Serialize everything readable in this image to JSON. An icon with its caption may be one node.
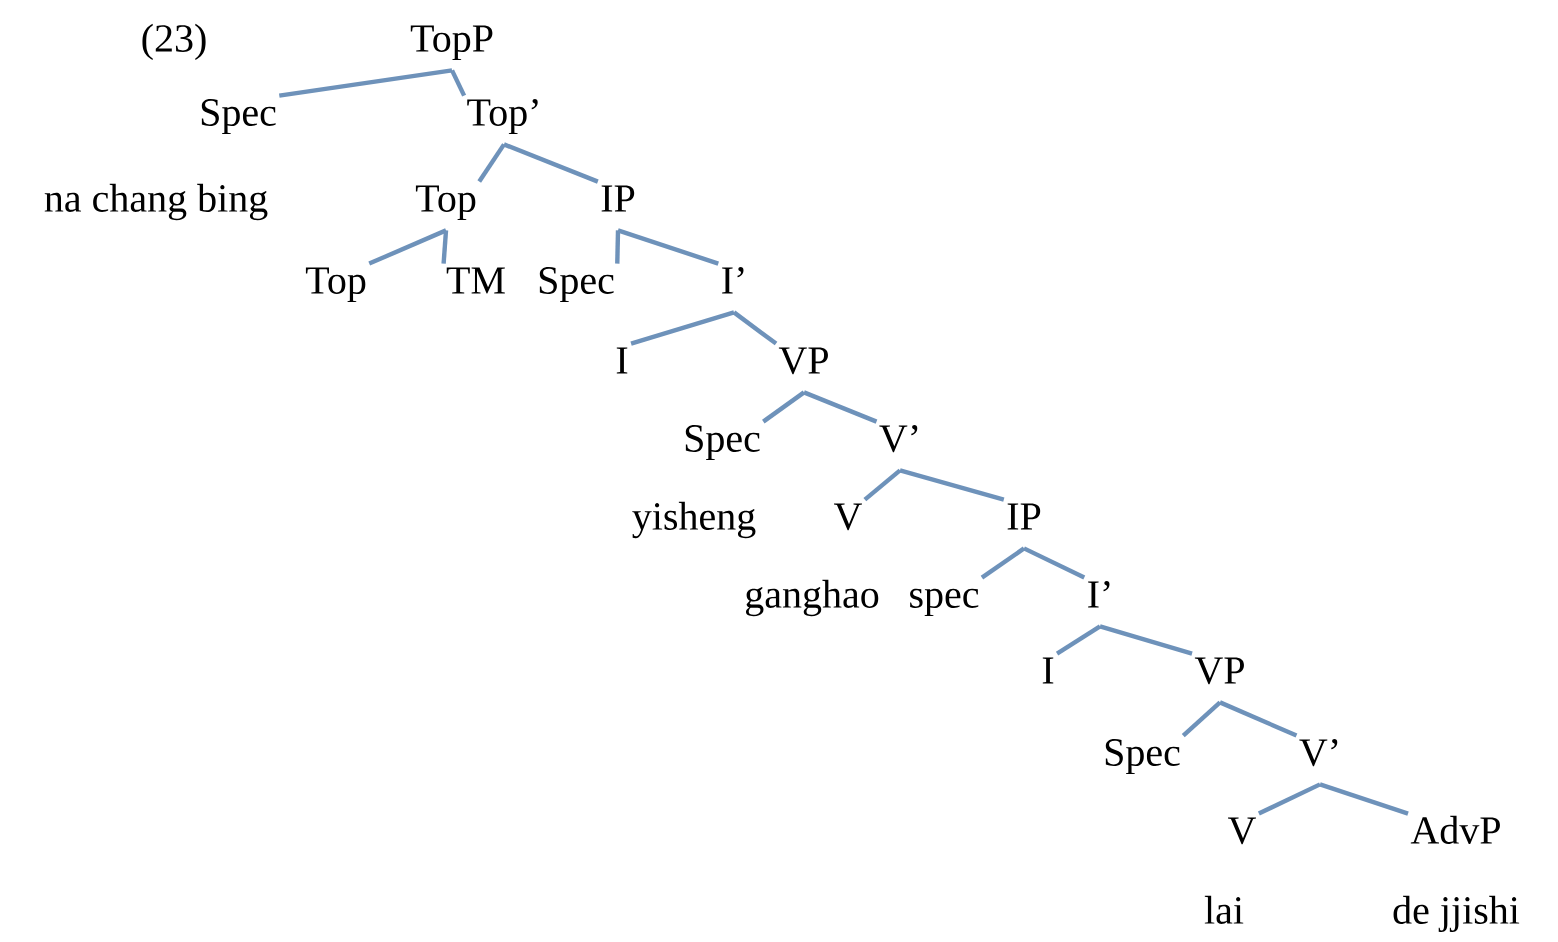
{
  "diagram": {
    "nodes": [
      {
        "text": [
          "TopP"
        ]
      },
      {
        "text": [
          "Spec"
        ]
      },
      {
        "text": [
          "Top’"
        ]
      },
      {
        "text": [
          "Top"
        ]
      },
      {
        "text": [
          "IP"
        ]
      },
      {
        "text": [
          "Top"
        ]
      },
      {
        "text": [
          "TM"
        ]
      },
      {
        "text": [
          "Spec"
        ]
      },
      {
        "text": [
          "I’"
        ]
      },
      {
        "text": [
          "I"
        ]
      },
      {
        "text": [
          "VP"
        ]
      },
      {
        "text": [
          "Spec"
        ]
      },
      {
        "text": [
          "V’"
        ]
      },
      {
        "text": [
          "V"
        ]
      },
      {
        "text": [
          "IP"
        ]
      },
      {
        "text": [
          "spec"
        ]
      },
      {
        "text": [
          "I’"
        ]
      },
      {
        "text": [
          "I"
        ]
      },
      {
        "text": [
          "VP"
        ]
      },
      {
        "text": [
          "Spec"
        ]
      },
      {
        "text": [
          "V’"
        ]
      },
      {
        "text": [
          "V"
        ]
      },
      {
        "text": [
          "AdvP"
        ]
      }
    ],
    "edges": [
      {
        "from": 0,
        "to": 1,
        "arrow": "none"
      },
      {
        "from": 0,
        "to": 2,
        "arrow": "none"
      },
      {
        "from": 2,
        "to": 3,
        "arrow": "none"
      },
      {
        "from": 2,
        "to": 4,
        "arrow": "none"
      },
      {
        "from": 3,
        "to": 5,
        "arrow": "none"
      },
      {
        "from": 3,
        "to": 6,
        "arrow": "none"
      },
      {
        "from": 4,
        "to": 7,
        "arrow": "none"
      },
      {
        "from": 4,
        "to": 8,
        "arrow": "none"
      },
      {
        "from": 8,
        "to": 9,
        "arrow": "none"
      },
      {
        "from": 8,
        "to": 10,
        "arrow": "none"
      },
      {
        "from": 10,
        "to": 11,
        "arrow": "none"
      },
      {
        "from": 10,
        "to": 12,
        "arrow": "none"
      },
      {
        "from": 12,
        "to": 13,
        "arrow": "none"
      },
      {
        "from": 12,
        "to": 14,
        "arrow": "none"
      },
      {
        "from": 14,
        "to": 15,
        "arrow": "none"
      },
      {
        "from": 14,
        "to": 16,
        "arrow": "none"
      },
      {
        "from": 16,
        "to": 17,
        "arrow": "none"
      },
      {
        "from": 16,
        "to": 18,
        "arrow": "none"
      },
      {
        "from": 18,
        "to": 19,
        "arrow": "none"
      },
      {
        "from": 18,
        "to": 20,
        "arrow": "none"
      },
      {
        "from": 20,
        "to": 21,
        "arrow": "none"
      },
      {
        "from": 20,
        "to": 22,
        "arrow": "none"
      }
    ],
    "labels": [
      "(23)",
      "na chang bing",
      "yisheng",
      "ganghao",
      "lai",
      "de jjishi"
    ]
  }
}
